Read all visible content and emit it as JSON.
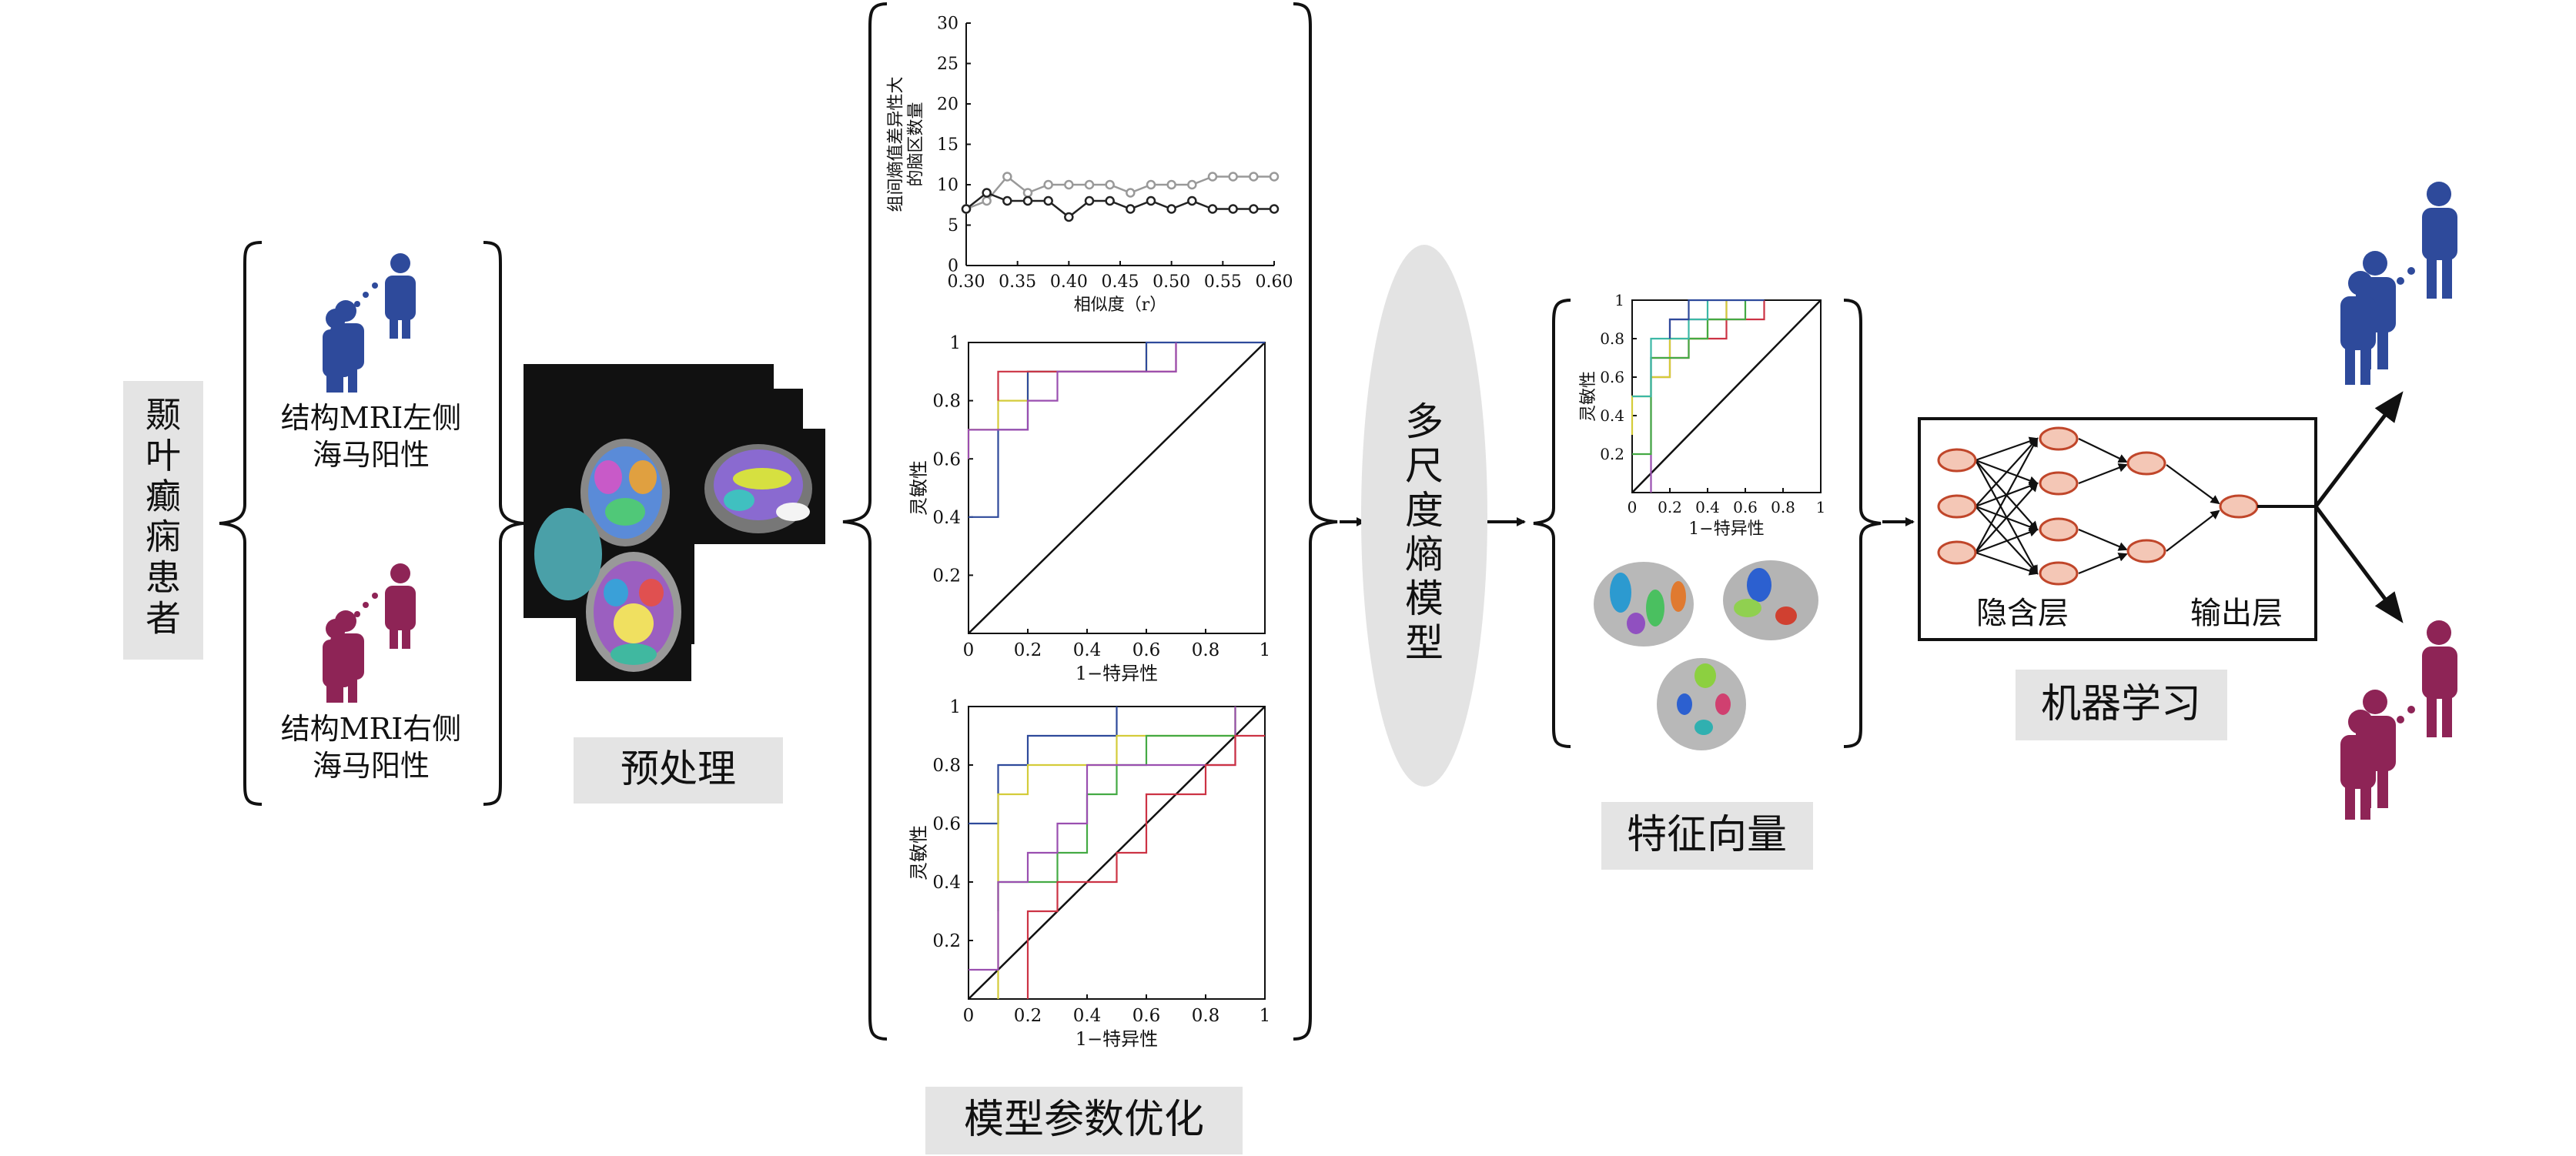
{
  "labels": {
    "patients": "颞叶癫痫患者",
    "left_group": [
      "结构MRI左侧",
      "海马阳性"
    ],
    "right_group": [
      "结构MRI右侧",
      "海马阳性"
    ],
    "preprocess": "预处理",
    "optimize": "模型参数优化",
    "mse": "多尺度熵模型",
    "feature": "特征向量",
    "ml": "机器学习",
    "hidden": "隐含层",
    "output": "输出层"
  },
  "colors": {
    "blue_person": "#2e4a9b",
    "red_person": "#8e2456",
    "label_bg": "#e4e4e4",
    "ellipse": "#e3e3e3",
    "node_fill": "#f4c7b6",
    "node_stroke": "#c0462a"
  },
  "chart_data": [
    {
      "type": "line",
      "title": "",
      "xlabel": "相似度（r）",
      "ylabel": [
        "组间熵值差异性大",
        "的脑区数量"
      ],
      "xlim": [
        0.3,
        0.6
      ],
      "ylim": [
        0,
        30
      ],
      "xticks": [
        "0.30",
        "0.35",
        "0.40",
        "0.45",
        "0.50",
        "0.55",
        "0.60"
      ],
      "yticks": [
        "0",
        "5",
        "10",
        "15",
        "20",
        "25",
        "30"
      ],
      "x": [
        0.3,
        0.32,
        0.34,
        0.36,
        0.38,
        0.4,
        0.42,
        0.44,
        0.46,
        0.48,
        0.5,
        0.52,
        0.54,
        0.56,
        0.58,
        0.6
      ],
      "series": [
        {
          "color": "#999999",
          "values": [
            7,
            8,
            11,
            9,
            10,
            10,
            10,
            10,
            9,
            10,
            10,
            10,
            11,
            11,
            11,
            11
          ]
        },
        {
          "color": "#222222",
          "values": [
            7,
            9,
            8,
            8,
            8,
            6,
            8,
            8,
            7,
            8,
            7,
            8,
            7,
            7,
            7,
            7
          ]
        }
      ]
    },
    {
      "type": "line",
      "title": "",
      "xlabel": "1−特异性",
      "ylabel": "灵敏性",
      "xlim": [
        0,
        1
      ],
      "ylim": [
        0,
        1
      ],
      "xticks": [
        "0",
        "0.2",
        "0.4",
        "0.6",
        "0.8",
        "1"
      ],
      "yticks": [
        "0.2",
        "0.4",
        "0.6",
        "0.8",
        "1"
      ],
      "series": [
        {
          "color": "#d4cc3a",
          "points": [
            [
              0,
              0.6
            ],
            [
              0,
              0.7
            ],
            [
              0.1,
              0.7
            ],
            [
              0.1,
              0.8
            ],
            [
              0.2,
              0.8
            ],
            [
              0.2,
              0.9
            ],
            [
              0.6,
              0.9
            ],
            [
              0.6,
              1
            ]
          ]
        },
        {
          "color": "#2e4a9b",
          "points": [
            [
              0,
              0.4
            ],
            [
              0.1,
              0.4
            ],
            [
              0.1,
              0.7
            ],
            [
              0.2,
              0.7
            ],
            [
              0.2,
              0.9
            ],
            [
              0.6,
              0.9
            ],
            [
              0.6,
              1
            ],
            [
              1,
              1
            ]
          ]
        },
        {
          "color": "#cc3344",
          "points": [
            [
              0.1,
              0.8
            ],
            [
              0.1,
              0.9
            ],
            [
              0.3,
              0.9
            ],
            [
              0.3,
              0.9
            ],
            [
              0.7,
              0.9
            ],
            [
              0.7,
              1
            ]
          ]
        },
        {
          "color": "#9a4fb0",
          "points": [
            [
              0,
              0.6
            ],
            [
              0,
              0.7
            ],
            [
              0.2,
              0.7
            ],
            [
              0.2,
              0.8
            ],
            [
              0.3,
              0.8
            ],
            [
              0.3,
              0.9
            ],
            [
              0.7,
              0.9
            ],
            [
              0.7,
              1
            ]
          ]
        }
      ]
    },
    {
      "type": "line",
      "title": "",
      "xlabel": "1−特异性",
      "ylabel": "灵敏性",
      "xlim": [
        0,
        1
      ],
      "ylim": [
        0,
        1
      ],
      "xticks": [
        "0",
        "0.2",
        "0.4",
        "0.6",
        "0.8",
        "1"
      ],
      "yticks": [
        "0.2",
        "0.4",
        "0.6",
        "0.8",
        "1"
      ],
      "series": [
        {
          "color": "#2e4a9b",
          "points": [
            [
              0,
              0.6
            ],
            [
              0.1,
              0.6
            ],
            [
              0.1,
              0.8
            ],
            [
              0.2,
              0.8
            ],
            [
              0.2,
              0.9
            ],
            [
              0.5,
              0.9
            ],
            [
              0.5,
              1
            ]
          ]
        },
        {
          "color": "#d4cc3a",
          "points": [
            [
              0.1,
              0
            ],
            [
              0.1,
              0.7
            ],
            [
              0.2,
              0.7
            ],
            [
              0.2,
              0.8
            ],
            [
              0.5,
              0.8
            ],
            [
              0.5,
              0.9
            ],
            [
              0.9,
              0.9
            ],
            [
              0.9,
              1
            ]
          ]
        },
        {
          "color": "#44aa44",
          "points": [
            [
              0.1,
              0.3
            ],
            [
              0.1,
              0.4
            ],
            [
              0.3,
              0.4
            ],
            [
              0.3,
              0.5
            ],
            [
              0.4,
              0.5
            ],
            [
              0.4,
              0.7
            ],
            [
              0.5,
              0.7
            ],
            [
              0.5,
              0.8
            ],
            [
              0.6,
              0.8
            ],
            [
              0.6,
              0.9
            ],
            [
              0.9,
              0.9
            ],
            [
              0.9,
              1
            ]
          ]
        },
        {
          "color": "#9a4fb0",
          "points": [
            [
              0,
              0.1
            ],
            [
              0.1,
              0.1
            ],
            [
              0.1,
              0.4
            ],
            [
              0.2,
              0.4
            ],
            [
              0.2,
              0.5
            ],
            [
              0.3,
              0.5
            ],
            [
              0.3,
              0.6
            ],
            [
              0.4,
              0.6
            ],
            [
              0.4,
              0.8
            ],
            [
              0.9,
              0.8
            ],
            [
              0.9,
              1
            ]
          ]
        },
        {
          "color": "#cc3344",
          "points": [
            [
              0.2,
              0
            ],
            [
              0.2,
              0.3
            ],
            [
              0.3,
              0.3
            ],
            [
              0.3,
              0.4
            ],
            [
              0.5,
              0.4
            ],
            [
              0.5,
              0.5
            ],
            [
              0.6,
              0.5
            ],
            [
              0.6,
              0.7
            ],
            [
              0.8,
              0.7
            ],
            [
              0.8,
              0.8
            ],
            [
              0.9,
              0.8
            ],
            [
              0.9,
              0.9
            ],
            [
              1,
              0.9
            ]
          ]
        }
      ]
    },
    {
      "type": "line",
      "title": "",
      "xlabel": "1−特异性",
      "ylabel": "灵敏性",
      "xlim": [
        0,
        1
      ],
      "ylim": [
        0,
        1
      ],
      "xticks": [
        "0",
        "0.2",
        "0.4",
        "0.6",
        "0.8",
        "1"
      ],
      "yticks": [
        "0.2",
        "0.4",
        "0.6",
        "0.8",
        "1"
      ],
      "series": [
        {
          "color": "#9a4fb0",
          "points": [
            [
              0.1,
              0
            ],
            [
              0.1,
              0.7
            ],
            [
              0.2,
              0.7
            ],
            [
              0.2,
              0.9
            ],
            [
              0.5,
              0.9
            ],
            [
              0.5,
              1
            ]
          ]
        },
        {
          "color": "#cc3344",
          "points": [
            [
              0.1,
              0.6
            ],
            [
              0.2,
              0.6
            ],
            [
              0.2,
              0.7
            ],
            [
              0.3,
              0.7
            ],
            [
              0.3,
              0.8
            ],
            [
              0.5,
              0.8
            ],
            [
              0.5,
              0.9
            ],
            [
              0.7,
              0.9
            ],
            [
              0.7,
              1
            ]
          ]
        },
        {
          "color": "#d4cc3a",
          "points": [
            [
              0,
              0.3
            ],
            [
              0,
              0.5
            ],
            [
              0.1,
              0.5
            ],
            [
              0.1,
              0.6
            ],
            [
              0.2,
              0.6
            ],
            [
              0.2,
              0.8
            ],
            [
              0.4,
              0.8
            ],
            [
              0.4,
              0.9
            ],
            [
              0.5,
              0.9
            ],
            [
              0.5,
              1
            ]
          ]
        },
        {
          "color": "#44aa44",
          "points": [
            [
              0,
              0.2
            ],
            [
              0.1,
              0.2
            ],
            [
              0.1,
              0.7
            ],
            [
              0.3,
              0.7
            ],
            [
              0.3,
              0.8
            ],
            [
              0.4,
              0.8
            ],
            [
              0.4,
              0.9
            ],
            [
              0.6,
              0.9
            ],
            [
              0.6,
              1
            ]
          ]
        },
        {
          "color": "#3cb8a6",
          "points": [
            [
              0,
              0.5
            ],
            [
              0.1,
              0.5
            ],
            [
              0.1,
              0.8
            ],
            [
              0.3,
              0.8
            ],
            [
              0.3,
              0.9
            ],
            [
              0.4,
              0.9
            ],
            [
              0.4,
              1
            ]
          ]
        },
        {
          "color": "#2e4a9b",
          "points": [
            [
              0.2,
              0.8
            ],
            [
              0.2,
              0.9
            ],
            [
              0.3,
              0.9
            ],
            [
              0.3,
              1
            ],
            [
              0.7,
              1
            ]
          ]
        }
      ]
    }
  ]
}
